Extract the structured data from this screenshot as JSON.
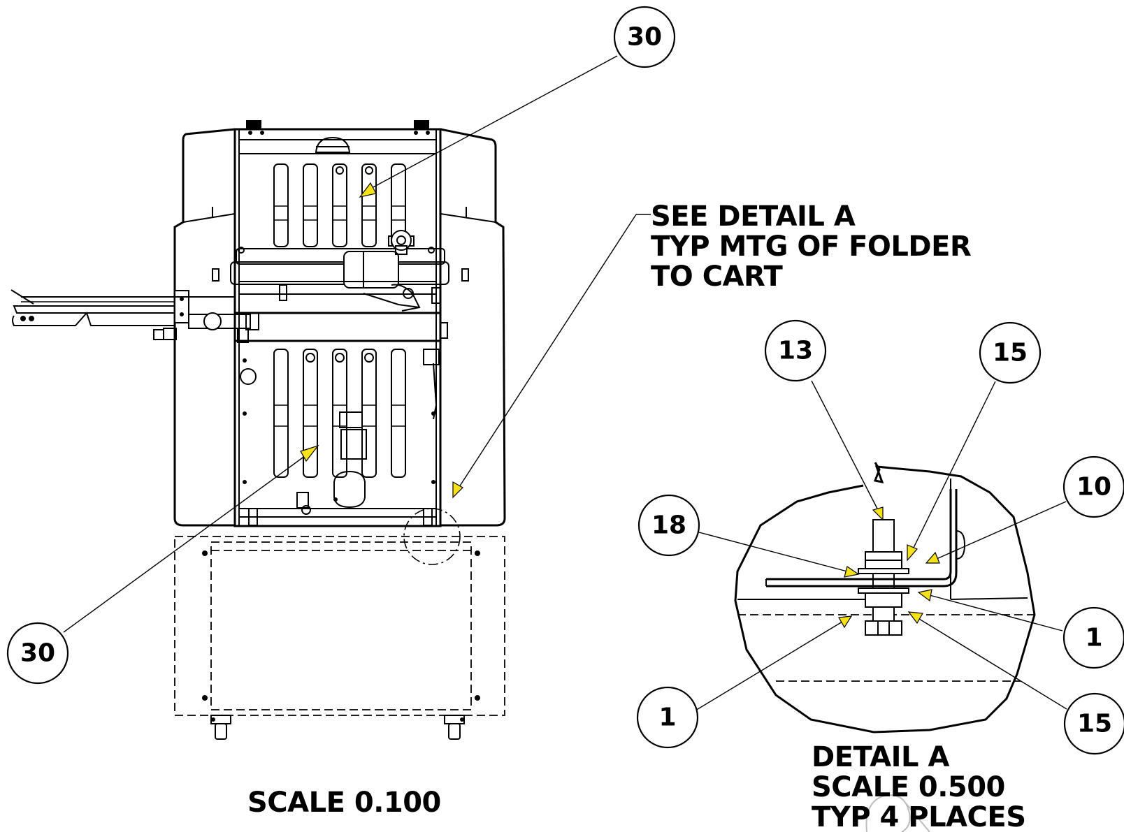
{
  "main_view": {
    "scale_label": "SCALE  0.100",
    "balloons": [
      "30",
      "30"
    ]
  },
  "callout": {
    "lines": [
      "SEE DETAIL  A",
      "TYP MTG OF FOLDER",
      "TO CART"
    ]
  },
  "detail_view": {
    "title_lines": [
      "DETAIL  A",
      "SCALE  0.500",
      "TYP 4 PLACES"
    ],
    "balloons": [
      "13",
      "15",
      "10",
      "18",
      "1",
      "1",
      "15"
    ]
  },
  "colors": {
    "line": "#000000",
    "arrowhead": "#f7e21a",
    "background": "#ffffff"
  }
}
